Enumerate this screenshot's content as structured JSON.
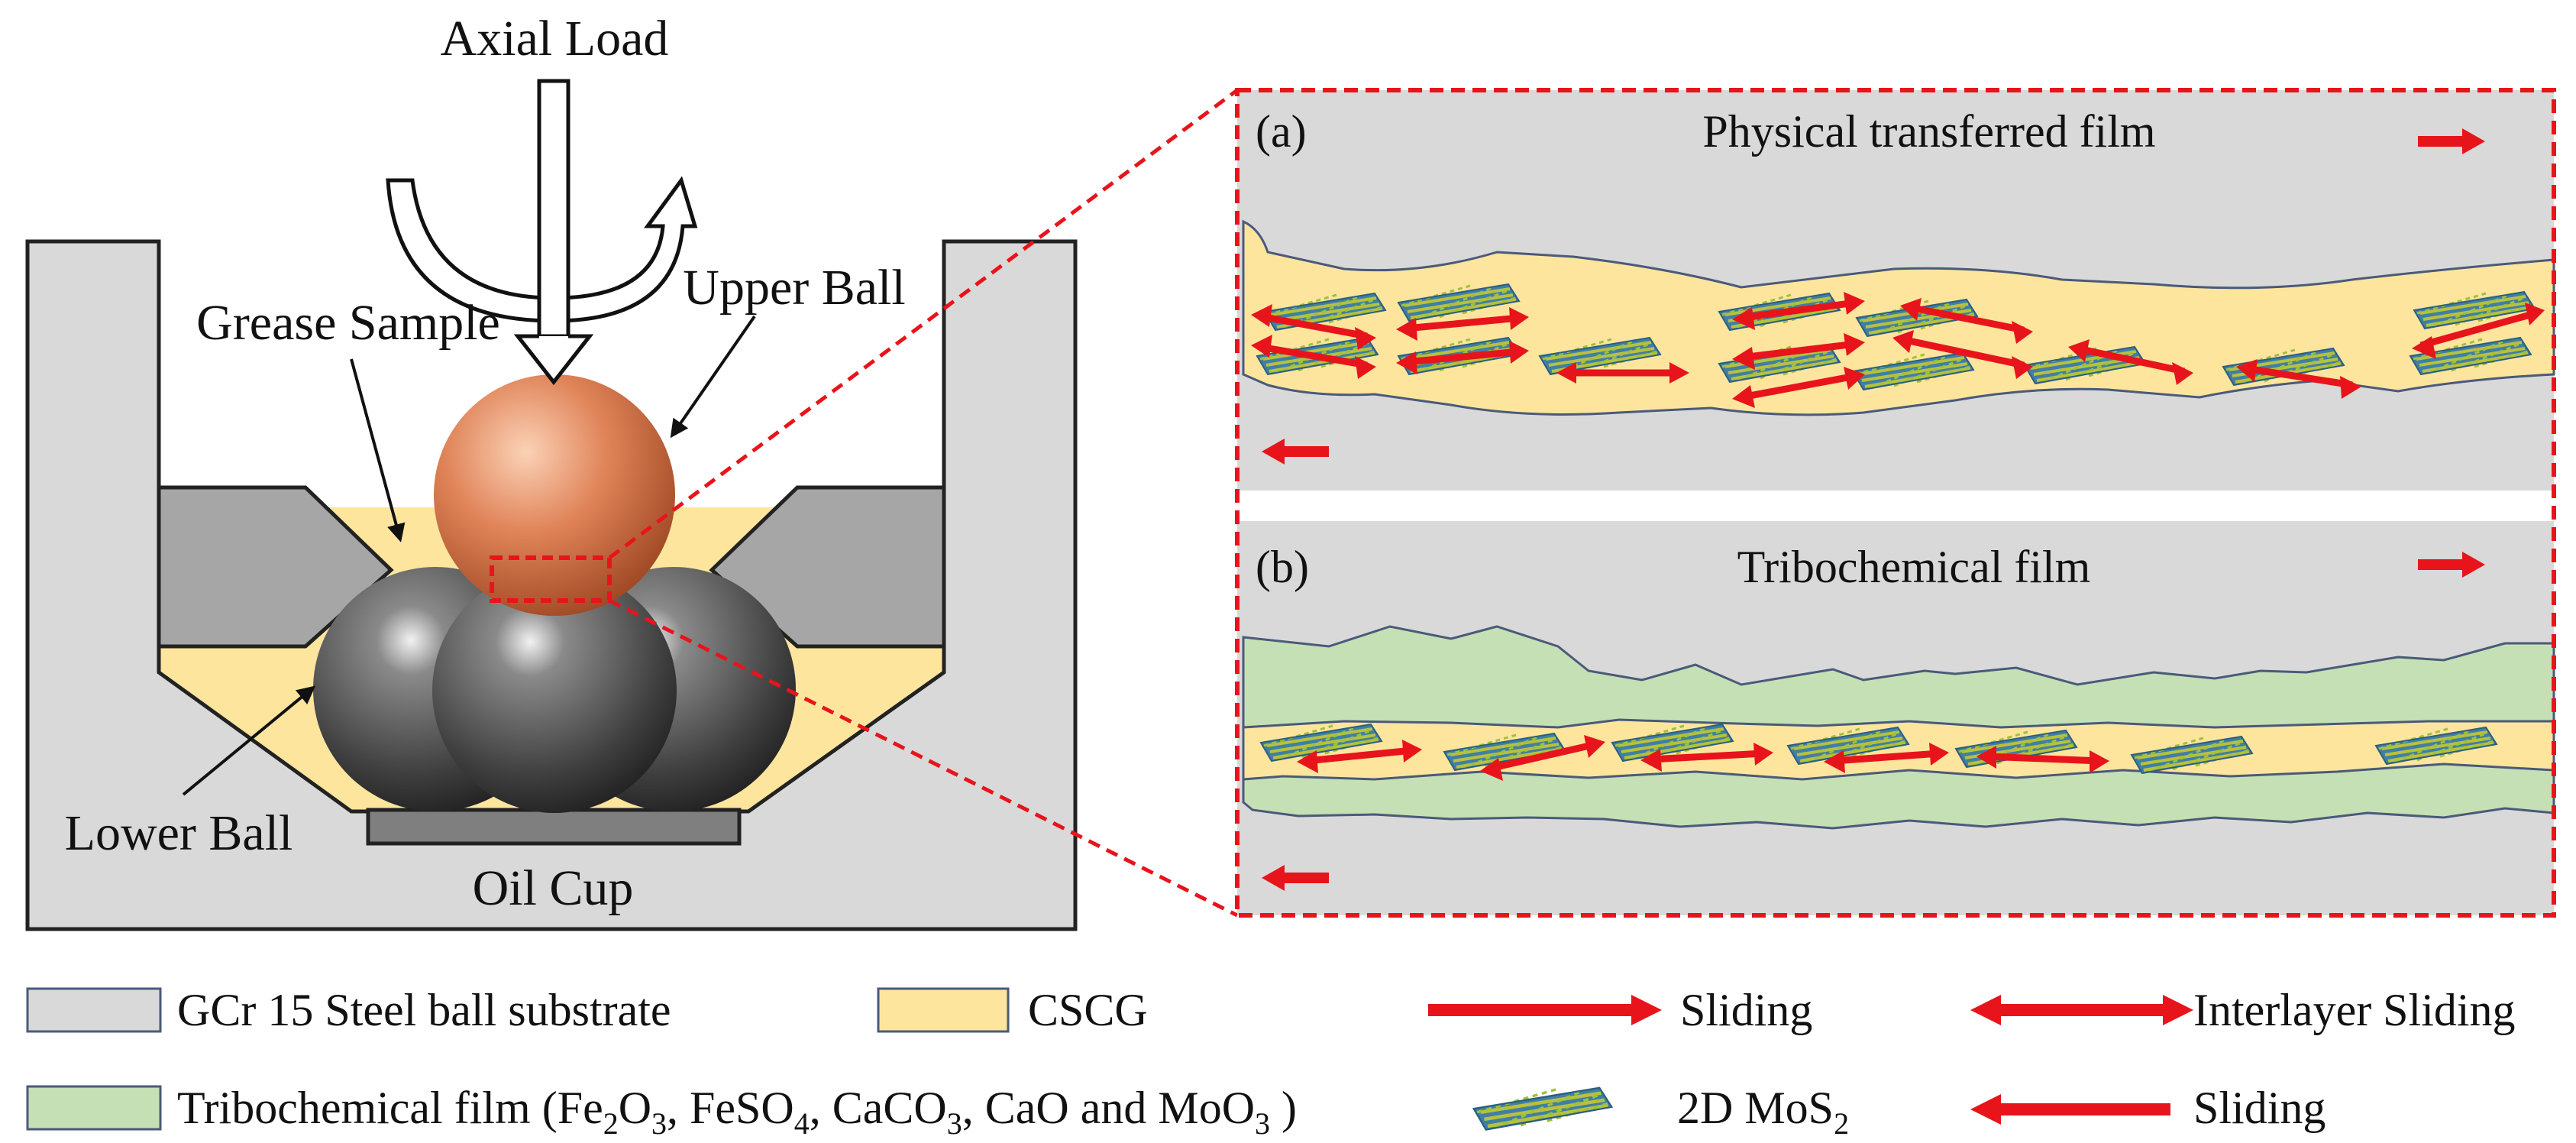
{
  "labels": {
    "axial_load": "Axial Load",
    "upper_ball": "Upper Ball",
    "grease_sample": "Grease Sample",
    "lower_ball": "Lower Ball",
    "oil_cup": "Oil Cup"
  },
  "panel_a": {
    "tag": "(a)",
    "title": "Physical transferred film"
  },
  "panel_b": {
    "tag": "(b)",
    "title": "Tribochemical film"
  },
  "legend": {
    "steel": "GCr 15 Steel ball substrate",
    "cscg": "CSCG",
    "sliding": "Sliding",
    "interlayer": "Interlayer Sliding",
    "mos2_pre": "2D MoS",
    "mos2_sub": "2",
    "sliding2": "Sliding",
    "tribo": {
      "t1": "Tribochemical film (Fe",
      "s1": "2",
      "t2": "O",
      "s2": "3",
      "t3": ", FeSO",
      "s3": "4",
      "t4": ", CaCO",
      "s4": "3",
      "t5": ", CaO and MoO",
      "s5": "3",
      "t6": " )"
    }
  },
  "colors": {
    "steel": "#d9d9d9",
    "cscg": "#fde59e",
    "tribo": "#c5e0b4",
    "red": "#e8141b",
    "insert": "#a6a6a6",
    "outline": "#4a5a7a",
    "mos2_blue": "#3f7fa6",
    "mos2_green": "#b7c13c",
    "copper": "#c8653a"
  }
}
